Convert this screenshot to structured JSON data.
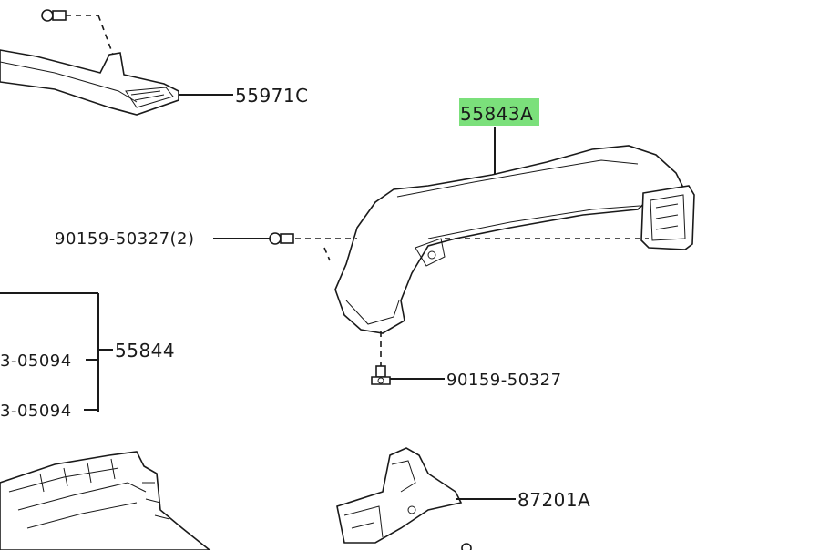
{
  "callouts": {
    "part_55971c": "55971C",
    "part_55843a": "55843A",
    "bolt_upper": "90159-50327(2)",
    "bolt_lower": "90159-50327",
    "group_55844": "55844",
    "sub_part_1": "3-05094",
    "sub_part_2": "3-05094",
    "part_87201a": "87201A"
  },
  "colors": {
    "highlight": "#7be07b",
    "line": "#1a1a1a",
    "background": "#ffffff"
  }
}
